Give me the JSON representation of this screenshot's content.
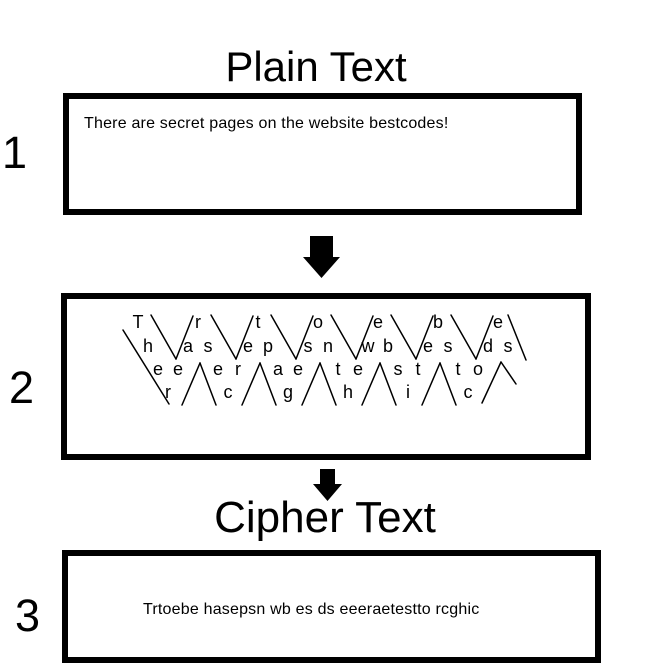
{
  "colors": {
    "ink": "#000000",
    "background": "#ffffff"
  },
  "step1": {
    "number": "1",
    "title": "Plain Text",
    "box_text": "There are secret pages on the website bestcodes!"
  },
  "step2": {
    "number": "2",
    "description": "rail-fence zigzag of letters, 4 rails, columns 1-38",
    "rails": [
      [
        [
          1,
          "T"
        ],
        [
          7,
          "r"
        ],
        [
          13,
          "t"
        ],
        [
          19,
          "o"
        ],
        [
          25,
          "e"
        ],
        [
          31,
          "b"
        ],
        [
          37,
          "e"
        ]
      ],
      [
        [
          2,
          "h"
        ],
        [
          6,
          "a"
        ],
        [
          8,
          "s"
        ],
        [
          12,
          "e"
        ],
        [
          14,
          "p"
        ],
        [
          18,
          "s"
        ],
        [
          20,
          "n"
        ],
        [
          24,
          "w"
        ],
        [
          26,
          "b"
        ],
        [
          30,
          "e"
        ],
        [
          32,
          "s"
        ],
        [
          36,
          "d"
        ],
        [
          38,
          "s"
        ]
      ],
      [
        [
          3,
          "e"
        ],
        [
          5,
          "e"
        ],
        [
          9,
          "e"
        ],
        [
          11,
          "r"
        ],
        [
          15,
          "a"
        ],
        [
          17,
          "e"
        ],
        [
          21,
          "t"
        ],
        [
          23,
          "e"
        ],
        [
          27,
          "s"
        ],
        [
          29,
          "t"
        ],
        [
          33,
          "t"
        ],
        [
          35,
          "o"
        ]
      ],
      [
        [
          4,
          "r"
        ],
        [
          10,
          "c"
        ],
        [
          16,
          "g"
        ],
        [
          22,
          "h"
        ],
        [
          28,
          "i"
        ],
        [
          34,
          "c"
        ]
      ]
    ]
  },
  "step3": {
    "number": "3",
    "title": "Cipher Text",
    "box_text": "Trtoebe hasepsn wb es ds eeeraetestto rcghic"
  }
}
